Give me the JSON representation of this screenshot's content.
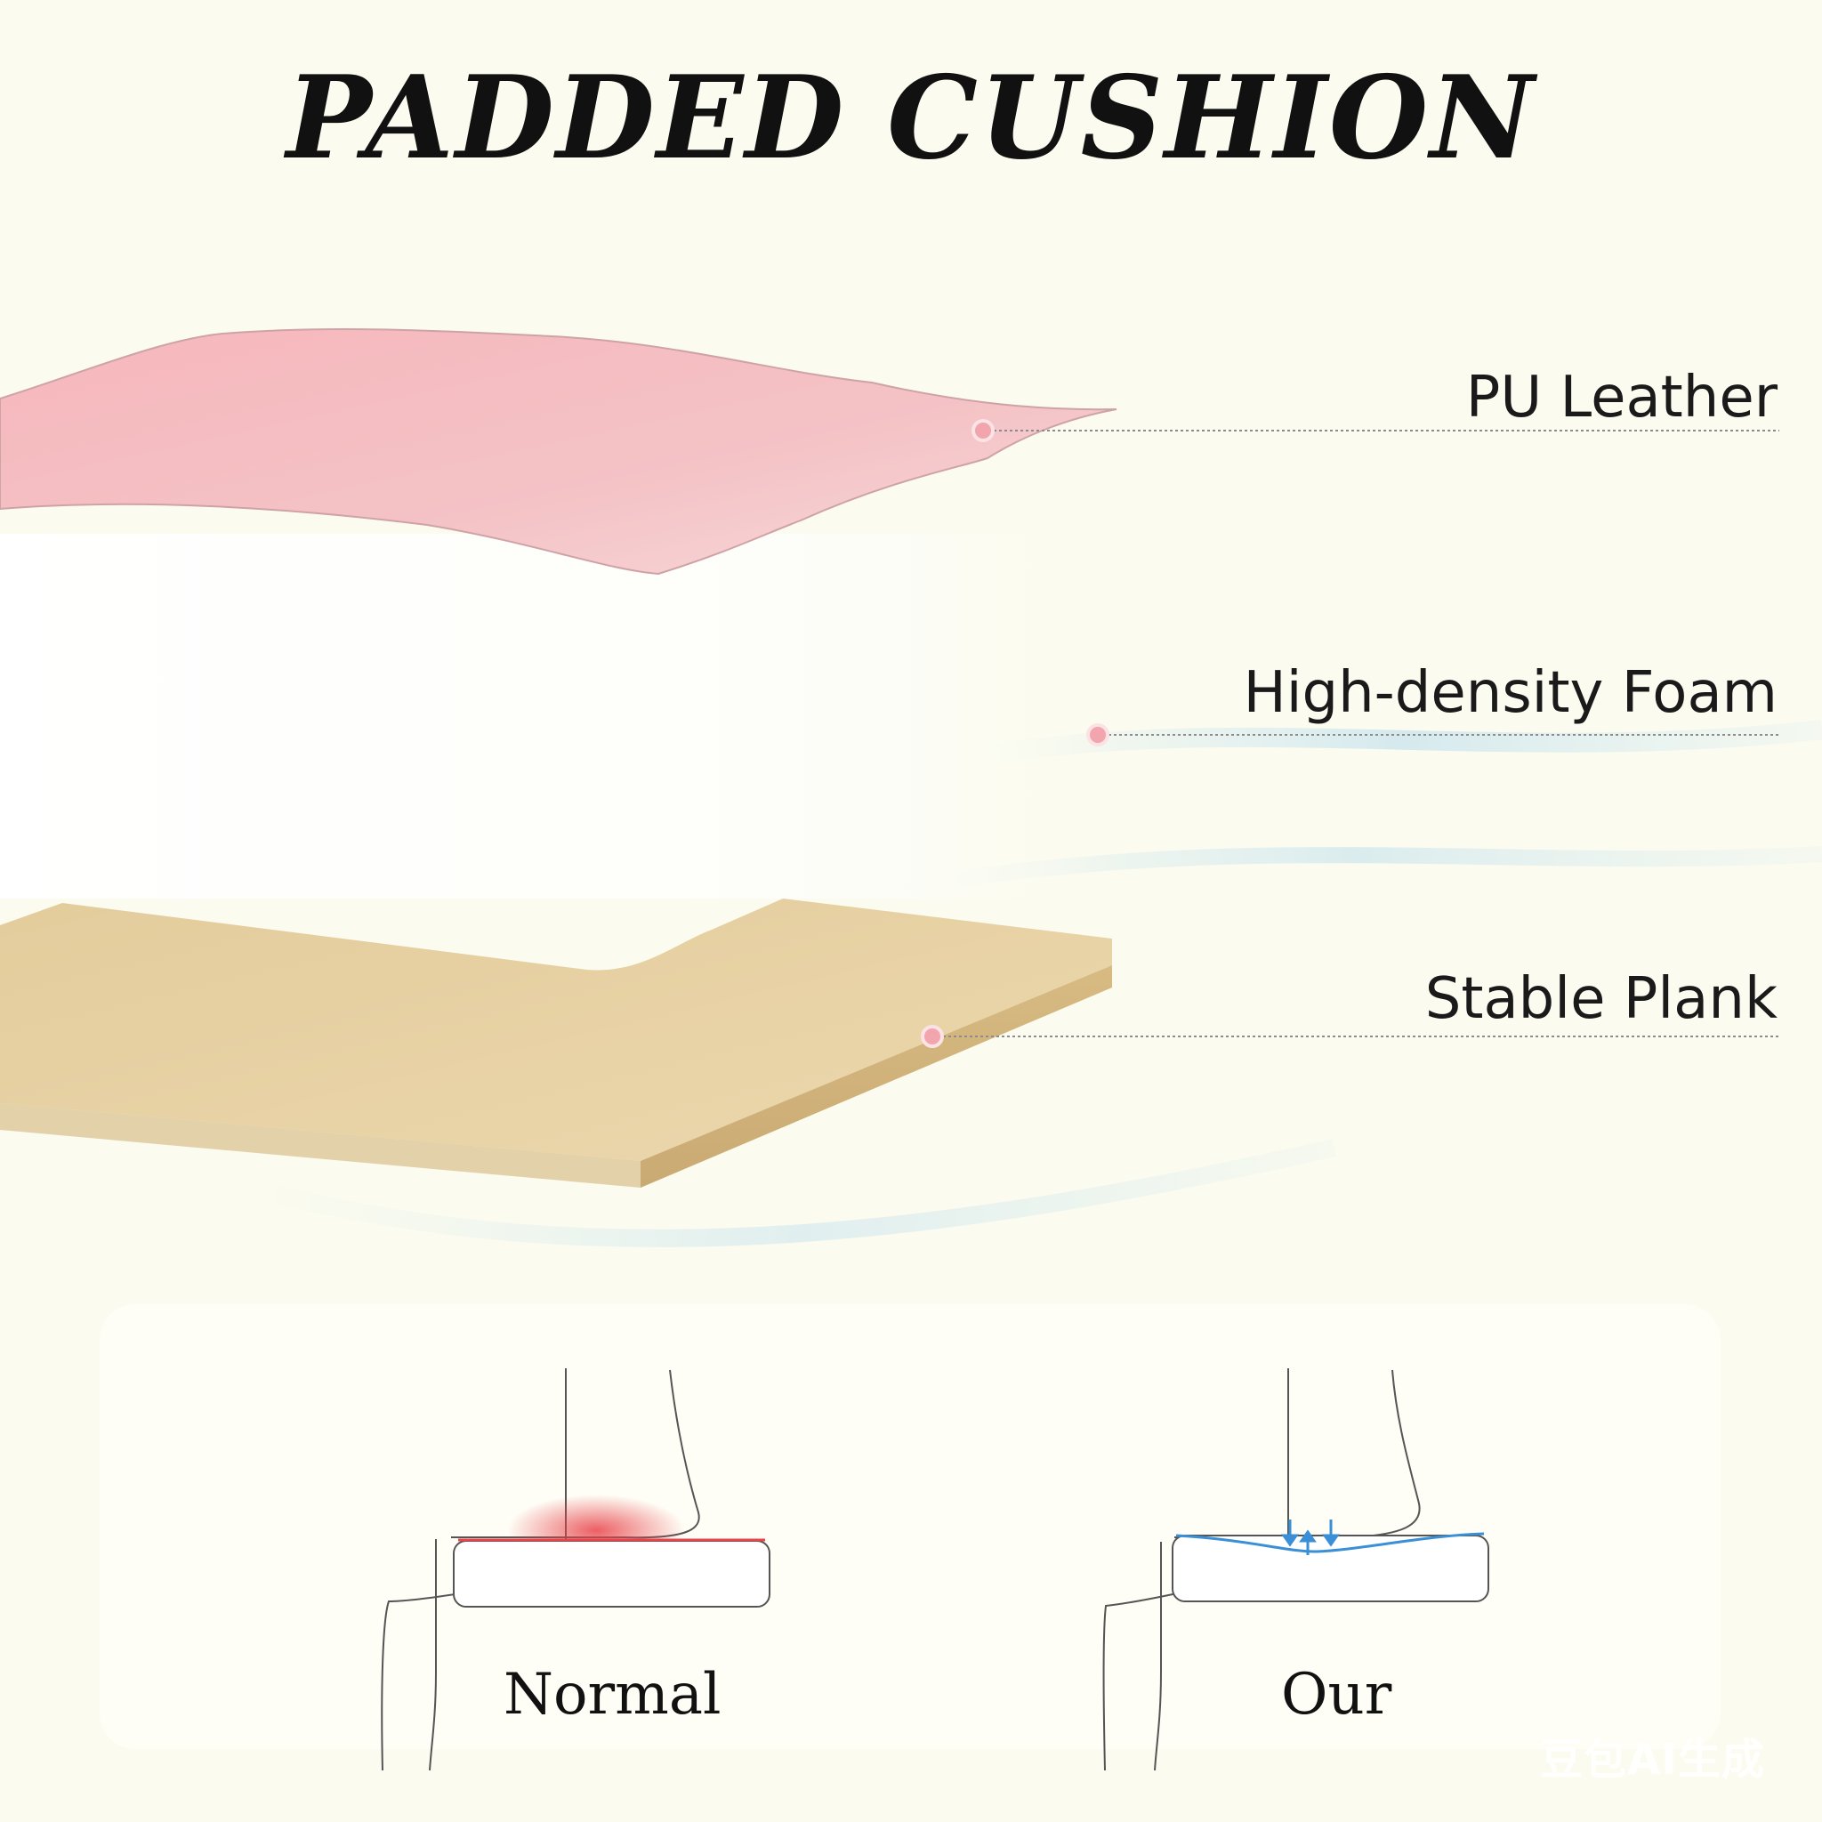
{
  "title": "PADDED CUSHION",
  "layers": [
    {
      "label": "PU Leather",
      "icon": "leather-layer"
    },
    {
      "label": "High-density Foam",
      "icon": "foam-layer"
    },
    {
      "label": "Stable Plank",
      "icon": "wood-plank-layer"
    }
  ],
  "comparison": {
    "normal_label": "Normal",
    "our_label": "Our"
  },
  "watermark": "豆包AI生成",
  "colors": {
    "background": "#fbfbef",
    "leather": "#f4b8bd",
    "plank": "#dcc28f",
    "marker": "#f2a5ad",
    "pressure": "#e8434a",
    "support_arrows": "#3b8fd6"
  }
}
